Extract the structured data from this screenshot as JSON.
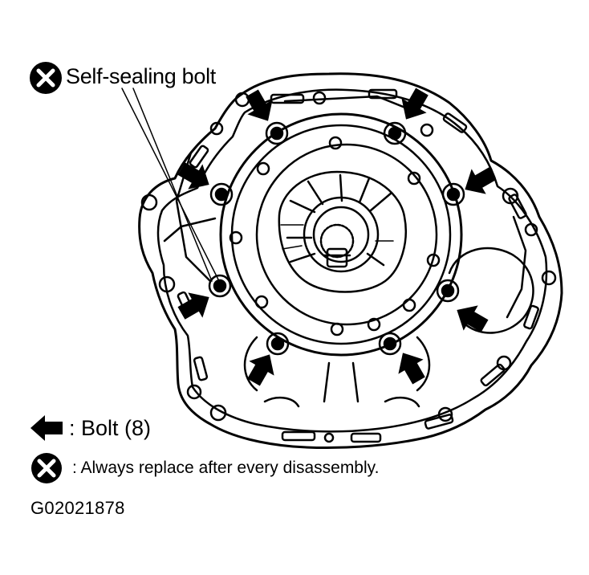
{
  "callout": {
    "label": "Self-sealing bolt",
    "icon": "no-reuse-x-icon"
  },
  "legend": {
    "bolt": {
      "icon": "arrow-left-icon",
      "text": ": Bolt (8)"
    },
    "replace": {
      "icon": "no-reuse-x-icon",
      "text": ": Always replace after every disassembly."
    }
  },
  "figure_code": "G02021878",
  "colors": {
    "ink": "#000000",
    "paper": "#ffffff"
  }
}
